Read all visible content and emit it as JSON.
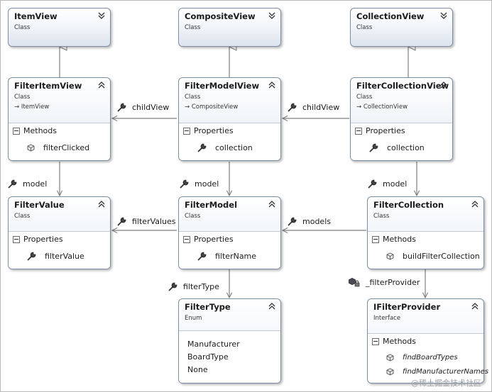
{
  "boxes": {
    "itemview": {
      "name": "ItemView",
      "stereotype": "Class"
    },
    "compositeview": {
      "name": "CompositeView",
      "stereotype": "Class"
    },
    "collectionview": {
      "name": "CollectionView",
      "stereotype": "Class"
    },
    "filteritemview": {
      "name": "FilterItemView",
      "stereotype": "Class",
      "inherits": "→ ItemView",
      "section": "Methods",
      "members": [
        "filterClicked"
      ]
    },
    "filtermodelview": {
      "name": "FilterModelView",
      "stereotype": "Class",
      "inherits": "→ CompositeView",
      "section": "Properties",
      "members": [
        "collection"
      ]
    },
    "filtercollectionview": {
      "name": "FilterCollectionView",
      "stereotype": "Class",
      "inherits": "→ CollectionView",
      "section": "Properties",
      "members": [
        "collection"
      ]
    },
    "filtervalue": {
      "name": "FilterValue",
      "stereotype": "Class",
      "section": "Properties",
      "members": [
        "filterValue"
      ]
    },
    "filtermodel": {
      "name": "FilterModel",
      "stereotype": "Class",
      "section": "Properties",
      "members": [
        "filterName"
      ]
    },
    "filtercollection": {
      "name": "FilterCollection",
      "stereotype": "Class",
      "section": "Methods",
      "members": [
        "buildFilterCollection"
      ]
    },
    "filtertype": {
      "name": "FilterType",
      "stereotype": "Enum",
      "values": [
        "Manufacturer",
        "BoardType",
        "None"
      ]
    },
    "ifilterprovider": {
      "name": "IFilterProvider",
      "stereotype": "Interface",
      "section": "Methods",
      "members": [
        "findBoardTypes",
        "findManufacturerNames"
      ]
    }
  },
  "associations": {
    "childview_left": "childView",
    "childview_right": "childView",
    "model_left": "model",
    "model_middle": "model",
    "model_right": "model",
    "filtervalues": "filterValues",
    "models": "models",
    "filtertype": "filterType",
    "filterprovider": "_filterProvider"
  },
  "watermark": "@稀土掘金技术社区",
  "colors": {
    "border": "#7a8ea8",
    "line": "#7f7f7f",
    "gradient_bottom": "#dde4ee"
  }
}
